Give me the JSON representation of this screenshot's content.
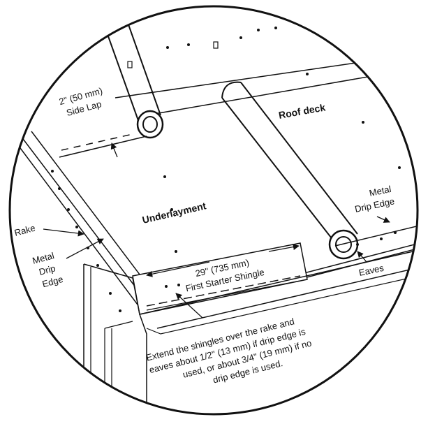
{
  "labels": {
    "side_lap_1": "2\" (50 mm)",
    "side_lap_2": "Side Lap",
    "roof_deck": "Roof deck",
    "underlayment": "Underlayment",
    "metal_drip_edge_right_1": "Metal",
    "metal_drip_edge_right_2": "Drip Edge",
    "rake": "Rake",
    "metal_drip_edge_left_1": "Metal",
    "metal_drip_edge_left_2": "Drip",
    "metal_drip_edge_left_3": "Edge",
    "starter_1": "29\" (735 mm)",
    "starter_2": "First Starter Shingle",
    "eaves": "Eaves",
    "note_1": "Extend the shingles over the rake and",
    "note_2": "eaves about 1/2\" (13 mm) if drip edge is",
    "note_3": "used, or about 3/4\" (19 mm) if no",
    "note_4": "drip edge is used."
  },
  "colors": {
    "ink": "#111111",
    "paper": "#ffffff"
  }
}
